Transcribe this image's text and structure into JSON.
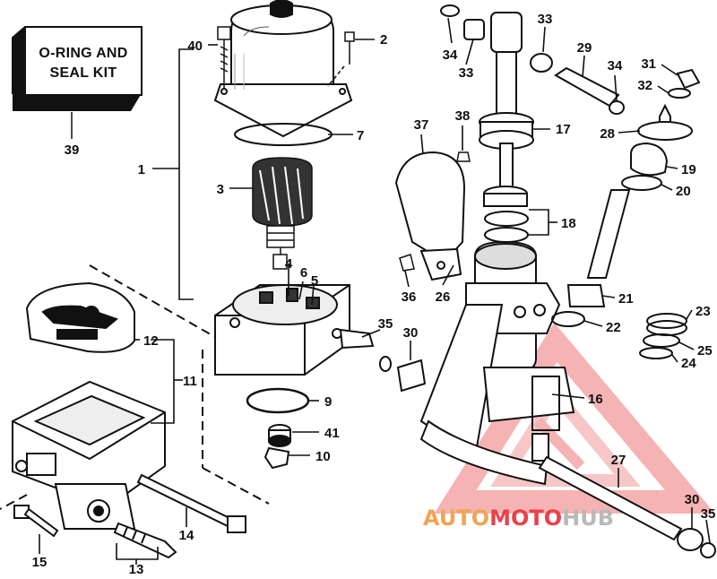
{
  "kit": {
    "line1": "O-RING AND",
    "line2": "SEAL KIT",
    "number": "39"
  },
  "watermark": {
    "part1": "AUTO",
    "part2": "MOTO",
    "part3": "HUB",
    "colors": {
      "orange": "#f2a455",
      "red": "#e8424a",
      "gray": "#b9b9b9"
    }
  },
  "callouts": [
    "1",
    "2",
    "3",
    "4",
    "5",
    "6",
    "7",
    "9",
    "10",
    "11",
    "12",
    "13",
    "14",
    "15",
    "16",
    "17",
    "18",
    "19",
    "20",
    "21",
    "22",
    "23",
    "24",
    "25",
    "26",
    "27",
    "28",
    "29",
    "30",
    "30",
    "31",
    "32",
    "33",
    "33",
    "34",
    "34",
    "35",
    "35",
    "36",
    "37",
    "38",
    "40",
    "41"
  ],
  "colors": {
    "ink": "#111111",
    "paper": "#ffffff"
  }
}
